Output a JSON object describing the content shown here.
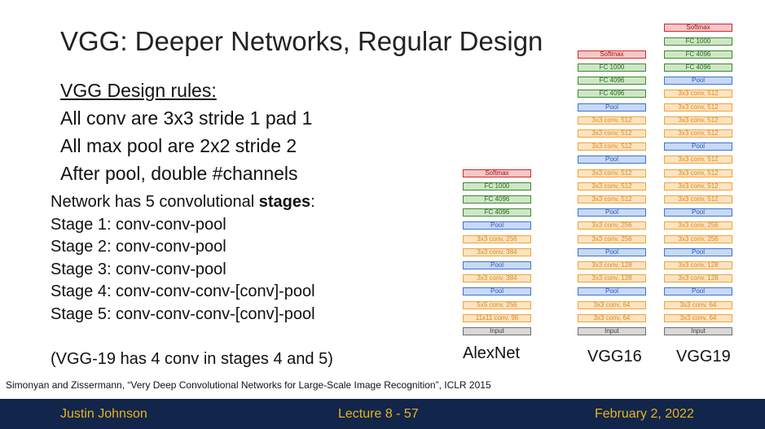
{
  "slide": {
    "title": "VGG: Deeper Networks, Regular Design",
    "rules_heading": "VGG Design rules:",
    "rules": [
      "All conv are 3x3 stride 1 pad 1",
      "All max pool are 2x2 stride 2",
      "After pool, double #channels"
    ],
    "stages_intro_prefix": "Network has 5 convolutional ",
    "stages_intro_bold": "stages",
    "stages_intro_suffix": ":",
    "stages": [
      "Stage 1: conv-conv-pool",
      "Stage 2: conv-conv-pool",
      "Stage 3: conv-conv-pool",
      "Stage 4: conv-conv-conv-[conv]-pool",
      "Stage 5: conv-conv-conv-[conv]-pool"
    ],
    "note": "(VGG-19 has 4 conv in stages 4 and 5)",
    "citation": "Simonyan and Zissermann, “Very Deep Convolutional Networks for Large-Scale Image Recognition”, ICLR 2015"
  },
  "footer": {
    "author": "Justin Johnson",
    "lecture": "Lecture 8 - 57",
    "date": "February 2, 2022"
  },
  "colors": {
    "footer_bg": "#12254a",
    "footer_text": "#e6b422",
    "softmax": "#d8282a",
    "fc": "#3b8a2e",
    "pool": "#3e73cf",
    "conv": "#f0a43a",
    "input": "#6d6d6d"
  },
  "networks": [
    {
      "label": "AlexNet",
      "layers": [
        {
          "type": "softmax",
          "text": "Softmax"
        },
        {
          "type": "fc",
          "text": "FC 1000"
        },
        {
          "type": "fc",
          "text": "FC 4096"
        },
        {
          "type": "fc",
          "text": "FC 4096"
        },
        {
          "type": "pool",
          "text": "Pool"
        },
        {
          "type": "conv",
          "text": "3x3 conv, 256"
        },
        {
          "type": "conv",
          "text": "3x3 conv, 384"
        },
        {
          "type": "pool",
          "text": "Pool"
        },
        {
          "type": "conv",
          "text": "3x3 conv, 384"
        },
        {
          "type": "pool",
          "text": "Pool"
        },
        {
          "type": "conv",
          "text": "5x5 conv, 256"
        },
        {
          "type": "conv",
          "text": "11x11 conv, 96"
        },
        {
          "type": "input",
          "text": "Input"
        }
      ]
    },
    {
      "label": "VGG16",
      "layers": [
        {
          "type": "softmax",
          "text": "Softmax"
        },
        {
          "type": "fc",
          "text": "FC 1000"
        },
        {
          "type": "fc",
          "text": "FC 4096"
        },
        {
          "type": "fc",
          "text": "FC 4096"
        },
        {
          "type": "pool",
          "text": "Pool"
        },
        {
          "type": "conv",
          "text": "3x3 conv, 512"
        },
        {
          "type": "conv",
          "text": "3x3 conv, 512"
        },
        {
          "type": "conv",
          "text": "3x3 conv, 512"
        },
        {
          "type": "pool",
          "text": "Pool"
        },
        {
          "type": "conv",
          "text": "3x3 conv, 512"
        },
        {
          "type": "conv",
          "text": "3x3 conv, 512"
        },
        {
          "type": "conv",
          "text": "3x3 conv, 512"
        },
        {
          "type": "pool",
          "text": "Pool"
        },
        {
          "type": "conv",
          "text": "3x3 conv, 256"
        },
        {
          "type": "conv",
          "text": "3x3 conv, 256"
        },
        {
          "type": "pool",
          "text": "Pool"
        },
        {
          "type": "conv",
          "text": "3x3 conv, 128"
        },
        {
          "type": "conv",
          "text": "3x3 conv, 128"
        },
        {
          "type": "pool",
          "text": "Pool"
        },
        {
          "type": "conv",
          "text": "3x3 conv, 64"
        },
        {
          "type": "conv",
          "text": "3x3 conv, 64"
        },
        {
          "type": "input",
          "text": "Input"
        }
      ]
    },
    {
      "label": "VGG19",
      "layers": [
        {
          "type": "softmax",
          "text": "Softmax"
        },
        {
          "type": "fc",
          "text": "FC 1000"
        },
        {
          "type": "fc",
          "text": "FC 4096"
        },
        {
          "type": "fc",
          "text": "FC 4096"
        },
        {
          "type": "pool",
          "text": "Pool"
        },
        {
          "type": "conv",
          "text": "3x3 conv, 512"
        },
        {
          "type": "conv",
          "text": "3x3 conv, 512"
        },
        {
          "type": "conv",
          "text": "3x3 conv, 512"
        },
        {
          "type": "conv",
          "text": "3x3 conv, 512"
        },
        {
          "type": "pool",
          "text": "Pool"
        },
        {
          "type": "conv",
          "text": "3x3 conv, 512"
        },
        {
          "type": "conv",
          "text": "3x3 conv, 512"
        },
        {
          "type": "conv",
          "text": "3x3 conv, 512"
        },
        {
          "type": "conv",
          "text": "3x3 conv, 512"
        },
        {
          "type": "pool",
          "text": "Pool"
        },
        {
          "type": "conv",
          "text": "3x3 conv, 256"
        },
        {
          "type": "conv",
          "text": "3x3 conv, 256"
        },
        {
          "type": "pool",
          "text": "Pool"
        },
        {
          "type": "conv",
          "text": "3x3 conv, 128"
        },
        {
          "type": "conv",
          "text": "3x3 conv, 128"
        },
        {
          "type": "pool",
          "text": "Pool"
        },
        {
          "type": "conv",
          "text": "3x3 conv, 64"
        },
        {
          "type": "conv",
          "text": "3x3 conv, 64"
        },
        {
          "type": "input",
          "text": "Input"
        }
      ]
    }
  ]
}
